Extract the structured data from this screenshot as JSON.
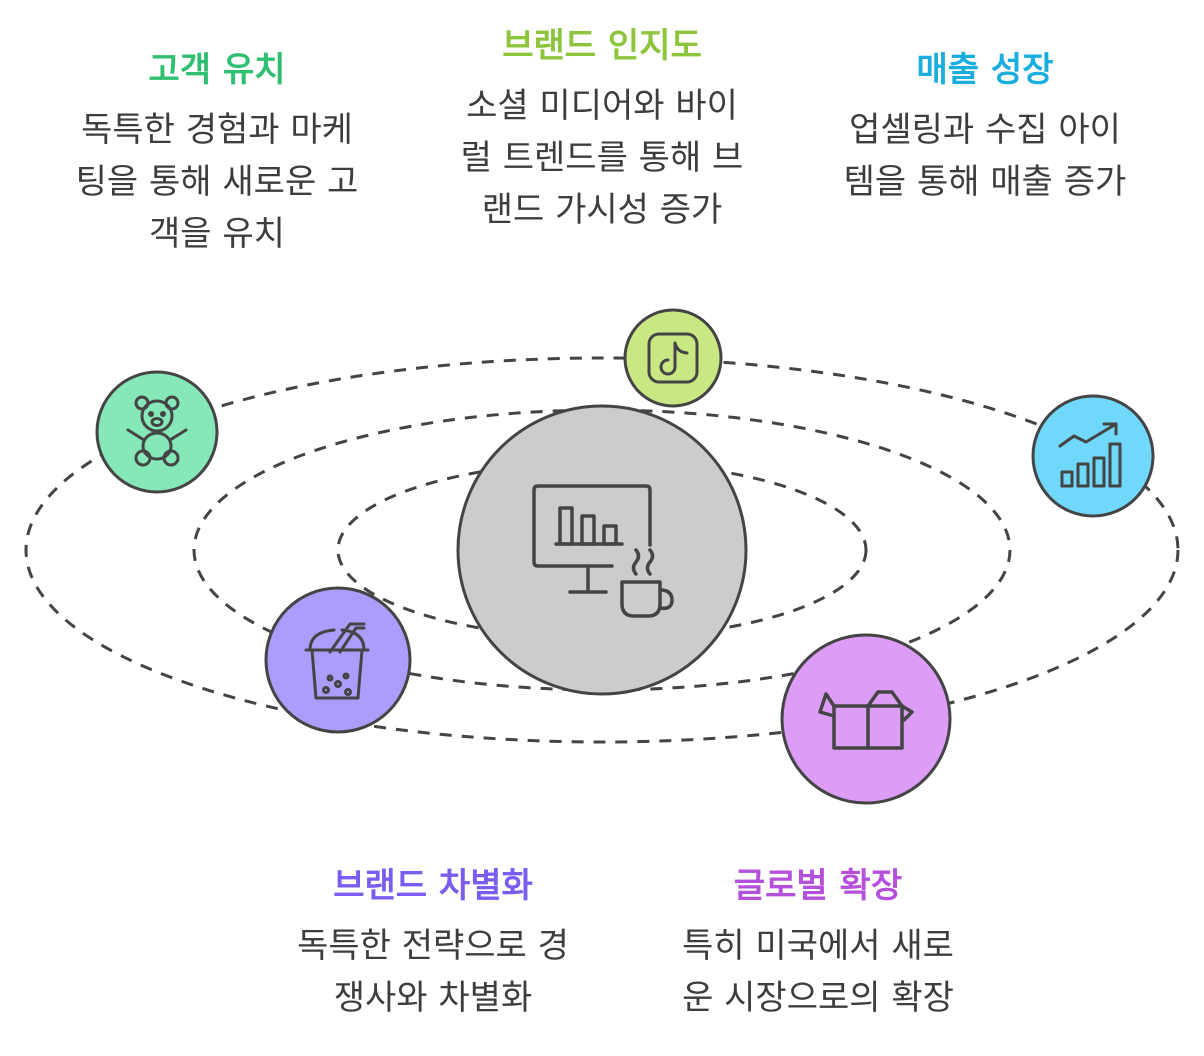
{
  "colors": {
    "green": "#2fbf71",
    "lime": "#8cc53c",
    "cyan": "#1aaee0",
    "violet": "#7b5cf0",
    "purple": "#b550dc",
    "text": "#3d3d3d",
    "stroke": "#444444"
  },
  "center": {
    "icon": "monitor-chart-coffee-icon"
  },
  "items": [
    {
      "key": "customer",
      "title": "고객 유치",
      "desc": [
        "독특한 경험과 마케",
        "팅을 통해 새로운 고",
        "객을 유치"
      ],
      "icon": "teddy-bear-icon",
      "fill": "#86e8b8"
    },
    {
      "key": "brand-awareness",
      "title": "브랜드 인지도",
      "desc": [
        "소셜 미디어와 바이",
        "럴 트렌드를 통해 브",
        "랜드 가시성 증가"
      ],
      "icon": "tiktok-icon",
      "fill": "#c9e883"
    },
    {
      "key": "sales",
      "title": "매출 성장",
      "desc": [
        "업셀링과 수집 아이",
        "템을 통해 매출 증가"
      ],
      "icon": "growth-chart-icon",
      "fill": "#6fd8fb"
    },
    {
      "key": "differentiation",
      "title": "브랜드 차별화",
      "desc": [
        "독특한 전략으로 경",
        "쟁사와 차별화"
      ],
      "icon": "bubble-tea-icon",
      "fill": "#ad9cfb"
    },
    {
      "key": "global",
      "title": "글로벌 확장",
      "desc": [
        "특히 미국에서 새로",
        "운 시장으로의 확장"
      ],
      "icon": "box-icon",
      "fill": "#dd9cf6"
    }
  ]
}
